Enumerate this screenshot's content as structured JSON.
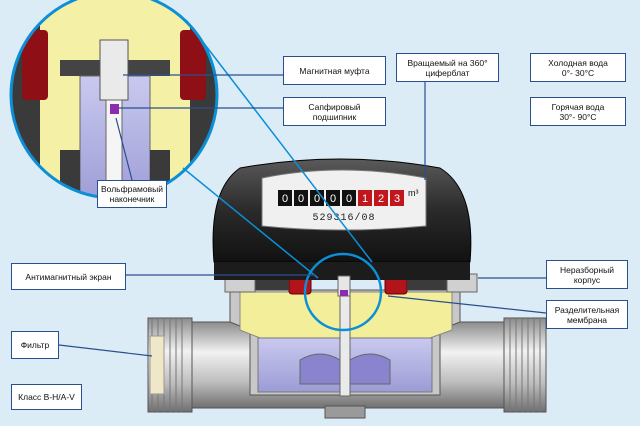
{
  "callouts": {
    "magnetic_coupling": "Магнитная муфта",
    "sapphire_bearing_1": "Сапфировый",
    "sapphire_bearing_2": "подшипник",
    "tungsten_tip_1": "Вольфрамовый",
    "tungsten_tip_2": "наконечник",
    "antimagnetic_screen": "Антимагнитный экран",
    "filter": "Фильтр",
    "class": "Класс B-H/A-V",
    "dial_1": "Вращаемый на 360°",
    "dial_2": "циферблат",
    "cold_water_1": "Холодная вода",
    "cold_water_2": "0°- 30°C",
    "hot_water_1": "Горячая вода",
    "hot_water_2": "30°- 90°C",
    "housing_1": "Неразборный",
    "housing_2": "корпус",
    "membrane_1": "Разделительная",
    "membrane_2": "мембрана"
  },
  "meter": {
    "serial": "529316/08",
    "unit": "m³",
    "black_digits": [
      "0",
      "0",
      "0",
      "0",
      "0"
    ],
    "red_digits": [
      "1",
      "2",
      "3"
    ]
  },
  "colors": {
    "background": "#dcecf7",
    "body_dark": "#2e2e2e",
    "yellow_part": "#f2ee9a",
    "red_part": "#b3141c",
    "glass": "#b8b8e6",
    "metal": "#cfcfcf",
    "callout_line": "#2a4f8f"
  }
}
